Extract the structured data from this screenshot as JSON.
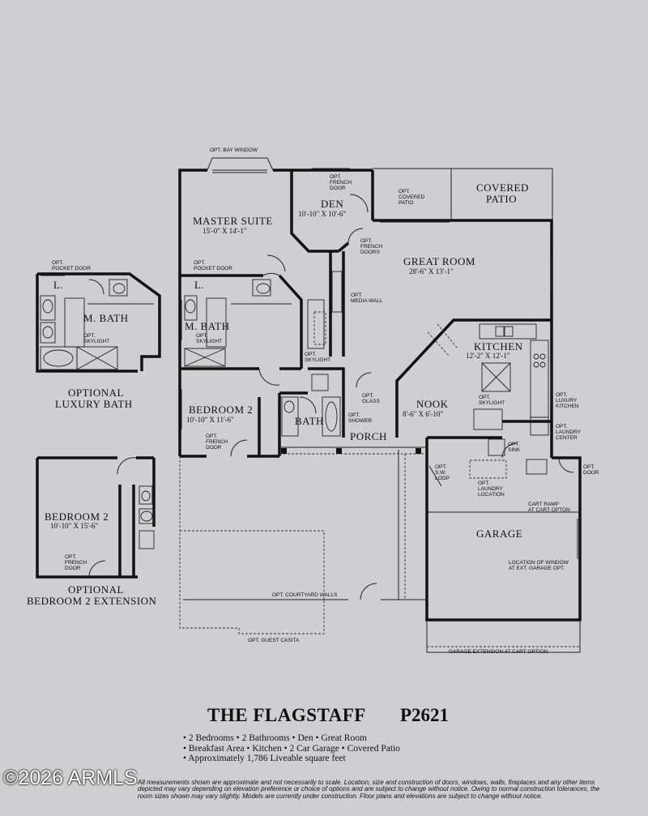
{
  "plan": {
    "title": "THE FLAGSTAFF",
    "plan_number": "P2621",
    "features": [
      "• 2 Bedrooms • 2 Bathrooms • Den • Great Room",
      "• Breakfast Area • Kitchen • 2 Car Garage • Covered Patio",
      "• Approximately 1,786 Liveable square feet"
    ],
    "disclaimer": "All measurements shown are approximate and not necessarily to scale. Location, size and construction of doors, windows, walls, fireplaces and any other items depicted may vary depending on elevation preference or choice of options and are subject to change without notice. Owing to normal construction tolerances, the room sizes shown may vary slightly. Models are currently under construction. Floor plans and elevations are subject to change without notice.",
    "watermark": "©2026 ARMLS"
  },
  "rooms": {
    "master_suite": {
      "name": "MASTER SUITE",
      "size": "15'-0\" X 14'-1\""
    },
    "den": {
      "name": "DEN",
      "size": "10'-10\" X 10'-6\""
    },
    "covered_patio": {
      "line1": "COVERED",
      "line2": "PATIO"
    },
    "great_room": {
      "name": "GREAT ROOM",
      "size": "28'-6\" X 13'-1\""
    },
    "kitchen": {
      "name": "KITCHEN",
      "size": "12'-2\" X 12'-1\""
    },
    "nook": {
      "name": "NOOK",
      "size": "8'-6\" X 6'-10\""
    },
    "m_bath": {
      "name": "M. BATH"
    },
    "bedroom2": {
      "name": "BEDROOM 2",
      "size": "10'-10\" X 11'-6\""
    },
    "bath": {
      "name": "BATH"
    },
    "porch": {
      "name": "PORCH"
    },
    "garage": {
      "name": "GARAGE"
    },
    "opt_m_bath": {
      "name": "M. BATH"
    },
    "opt_bedroom2": {
      "name": "BEDROOM 2",
      "size": "10'-10\" X 15'-6\""
    }
  },
  "captions": {
    "luxury_bath": {
      "line1": "OPTIONAL",
      "line2": "LUXURY BATH"
    },
    "bedroom2_ext": {
      "line1": "OPTIONAL",
      "line2": "BEDROOM 2 EXTENSION"
    }
  },
  "notes": {
    "bay_window": "OPT. BAY WINDOW",
    "french_door_den": [
      "OPT.",
      "FRENCH",
      "DOOR"
    ],
    "covered_patio_opt": [
      "OPT.",
      "COVERED",
      "PATIO"
    ],
    "french_doors": [
      "OPT.",
      "FRENCH",
      "DOORS"
    ],
    "media_wall": [
      "OPT.",
      "MEDIA WALL"
    ],
    "pocket_door": [
      "OPT.",
      "POCKET DOOR"
    ],
    "pocket_door2": [
      "OPT.",
      "POCKET DOOR"
    ],
    "l_closet": "L.",
    "l_closet2": "L.",
    "skylight_mbath": [
      "OPT.",
      "SKYLIGHT"
    ],
    "skylight_mbath2": [
      "OPT.",
      "SKYLIGHT"
    ],
    "skylight_hall": [
      "OPT.",
      "SKYLIGHT"
    ],
    "glass": [
      "OPT.",
      "GLASS"
    ],
    "shower": [
      "OPT.",
      "SHOWER"
    ],
    "skylight_kitchen": [
      "OPT.",
      "SKYLIGHT"
    ],
    "luxury_kitchen": [
      "OPT.",
      "LUXURY",
      "KITCHEN"
    ],
    "laundry_center": [
      "OPT.",
      "LAUNDRY",
      "CENTER"
    ],
    "sink": [
      "OPT.",
      "SINK"
    ],
    "door": [
      "OPT.",
      "DOOR"
    ],
    "sw_loop": [
      "OPT.",
      "S.W.",
      "LOOP"
    ],
    "laundry_location": [
      "OPT.",
      "LAUNDRY",
      "LOCATION"
    ],
    "cart_ramp": [
      "CART RAMP",
      "AT CART OPTON"
    ],
    "garage_window": [
      "LOCATION OF WINDOW",
      "AT EXT. GARAGE OPT."
    ],
    "garage_extension": "GARAGE EXTENSION AT CART OPTION",
    "courtyard_walls": "OPT. COURTYARD WALLS",
    "guest_casita": "OPT. GUEST CASITA",
    "french_door_bed2": [
      "OPT.",
      "FRENCH",
      "DOOR"
    ],
    "french_door_bed2_ext": [
      "OPT.",
      "FRENCH",
      "DOOR"
    ]
  }
}
